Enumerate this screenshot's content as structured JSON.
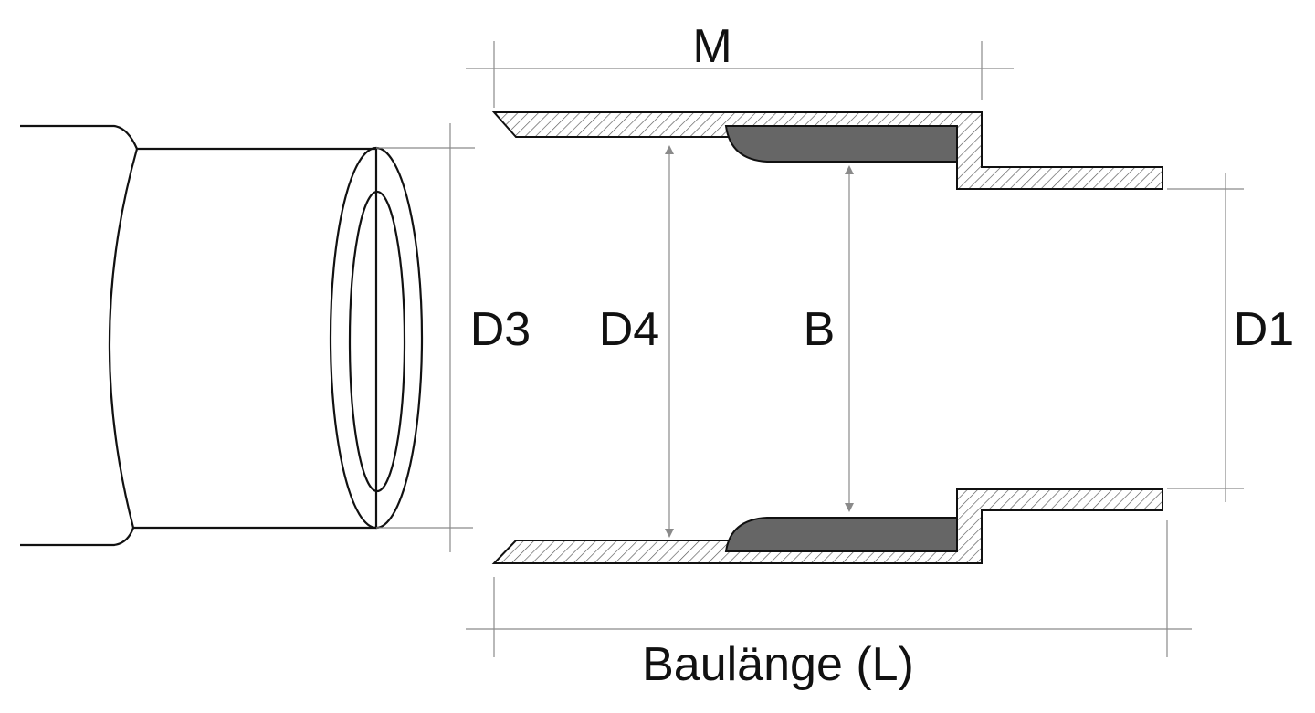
{
  "labels": {
    "m": "M",
    "d3": "D3",
    "d4": "D4",
    "b": "B",
    "d1": "D1",
    "length": "Baulänge (L)"
  },
  "colors": {
    "outline": "#111111",
    "hatch": "#555555",
    "liner": "#666666",
    "bore": "#cccccc",
    "dimension": "#8a8a8a"
  }
}
